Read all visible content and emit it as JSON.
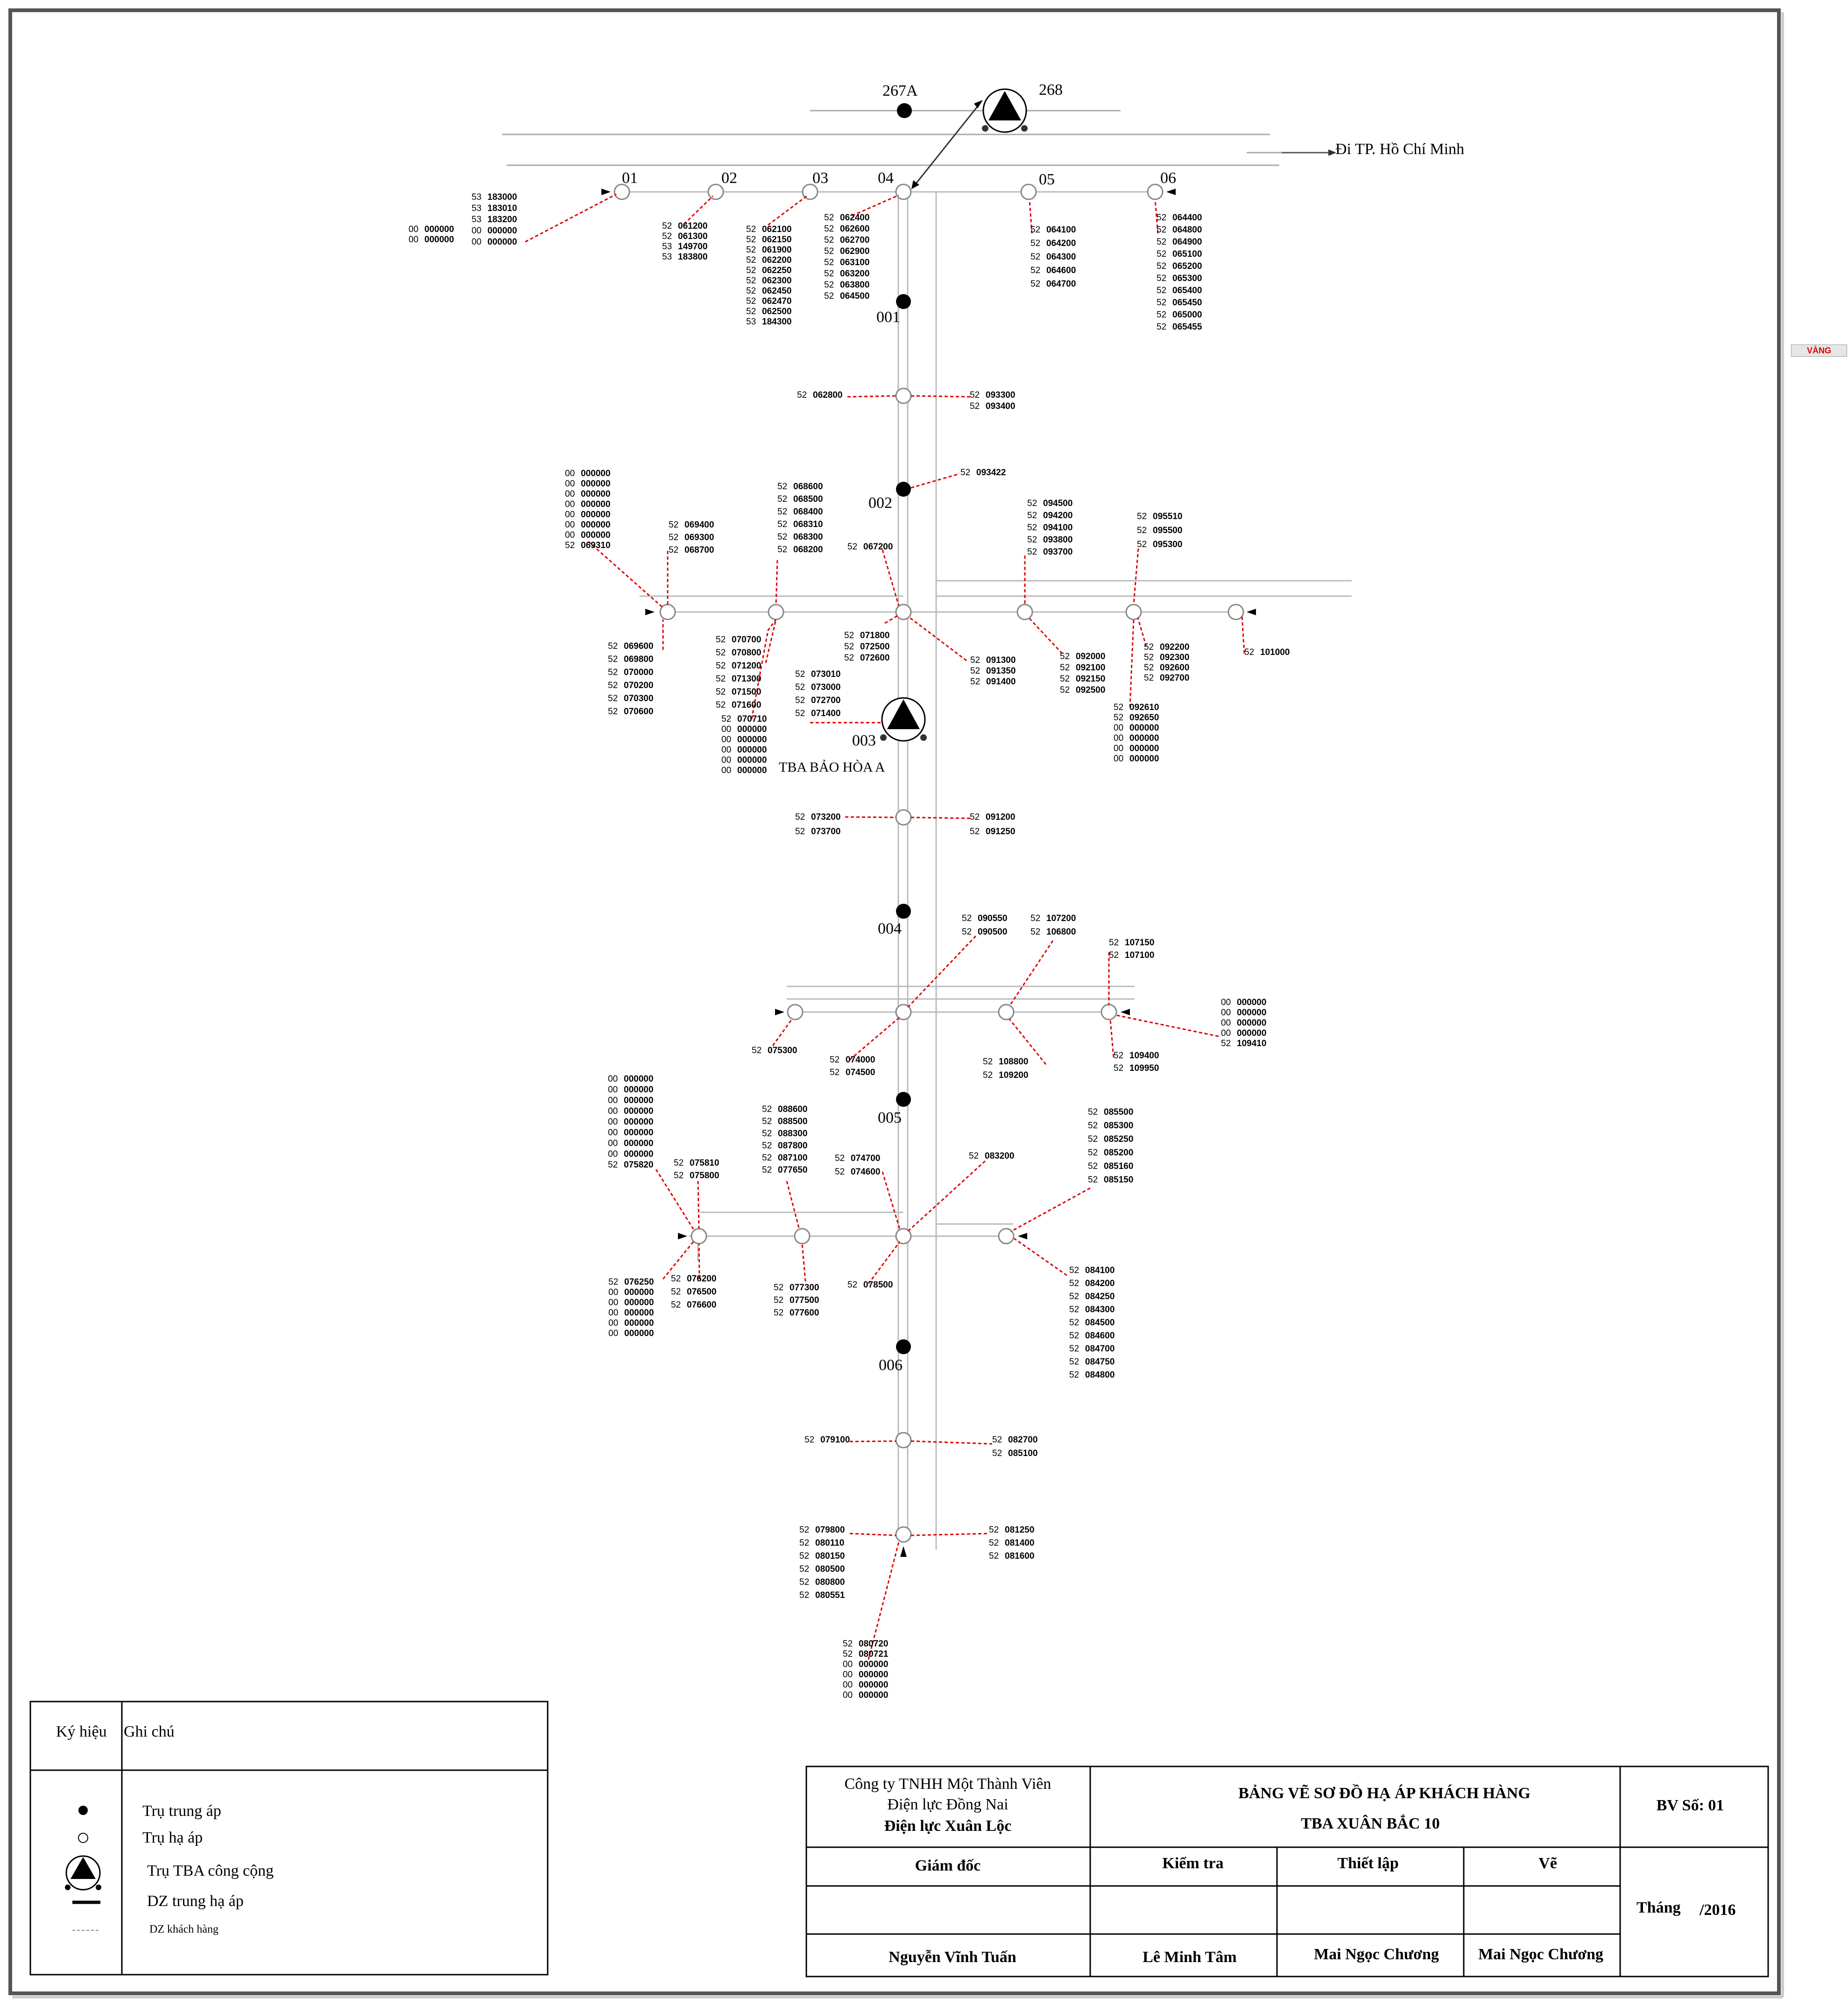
{
  "top": {
    "pole_267A": "267A",
    "pole_268": "268",
    "direction": "Đi TP. Hồ Chí Minh",
    "status_badge": "VÀNG"
  },
  "poles": {
    "p01": "01",
    "p02": "02",
    "p03": "03",
    "p04": "04",
    "p05": "05",
    "p06": "06",
    "p001": "001",
    "p002": "002",
    "p003": "003",
    "p004": "004",
    "p005": "005",
    "p006": "006"
  },
  "substation_name": "TBA BẢO HÒA A",
  "legend": {
    "header_symbol": "Ký hiệu",
    "header_note": "Ghi chú",
    "items": [
      "Trụ trung áp",
      "Trụ hạ áp",
      "Trụ TBA công cộng",
      "DZ trung hạ áp",
      "DZ khách hàng"
    ]
  },
  "title_block": {
    "company_line1": "Công ty TNHH Một Thành Viên",
    "company_line2": "Điện lực Đồng Nai",
    "company_line3": "Điện lực Xuân Lộc",
    "title_line1": "BẢNG VẼ SƠ ĐỒ HẠ ÁP KHÁCH HÀNG",
    "title_line2": "TBA XUÂN BẮC 10",
    "drawing_no": "BV Số: 01",
    "role_director": "Giám đốc",
    "role_check": "Kiểm tra",
    "role_setup": "Thiết lập",
    "role_draw": "Vẽ",
    "date_label": "Tháng",
    "date_value": "/2016",
    "name_director": "Nguyễn Vĩnh Tuấn",
    "name_check": "Lê Minh Tâm",
    "name_setup": "Mai Ngọc Chương",
    "name_draw": "Mai Ngọc Chương"
  },
  "customer_groups": [
    {
      "id": "g01",
      "rows": [
        [
          "53",
          "183000"
        ],
        [
          "53",
          "183010"
        ],
        [
          "53",
          "183200"
        ],
        [
          "00",
          "000000"
        ],
        [
          "00",
          "000000"
        ]
      ]
    },
    {
      "id": "g01b",
      "rows": [
        [
          "00",
          "000000"
        ],
        [
          "00",
          "000000"
        ]
      ]
    },
    {
      "id": "g02",
      "rows": [
        [
          "52",
          "061200"
        ],
        [
          "52",
          "061300"
        ],
        [
          "53",
          "149700"
        ],
        [
          "53",
          "183800"
        ]
      ]
    },
    {
      "id": "g03",
      "rows": [
        [
          "52",
          "062100"
        ],
        [
          "52",
          "062150"
        ],
        [
          "52",
          "061900"
        ],
        [
          "52",
          "062200"
        ],
        [
          "52",
          "062250"
        ],
        [
          "52",
          "062300"
        ],
        [
          "52",
          "062450"
        ],
        [
          "52",
          "062470"
        ],
        [
          "52",
          "062500"
        ],
        [
          "53",
          "184300"
        ]
      ]
    },
    {
      "id": "g04",
      "rows": [
        [
          "52",
          "062400"
        ],
        [
          "52",
          "062600"
        ],
        [
          "52",
          "062700"
        ],
        [
          "52",
          "062900"
        ],
        [
          "52",
          "063100"
        ],
        [
          "52",
          "063200"
        ],
        [
          "52",
          "063800"
        ],
        [
          "52",
          "064500"
        ]
      ]
    },
    {
      "id": "g05",
      "rows": [
        [
          "52",
          "064100"
        ],
        [
          "52",
          "064200"
        ],
        [
          "52",
          "064300"
        ],
        [
          "52",
          "064600"
        ],
        [
          "52",
          "064700"
        ]
      ]
    },
    {
      "id": "g06",
      "rows": [
        [
          "52",
          "064400"
        ],
        [
          "52",
          "064800"
        ],
        [
          "52",
          "064900"
        ],
        [
          "52",
          "065100"
        ],
        [
          "52",
          "065200"
        ],
        [
          "52",
          "065300"
        ],
        [
          "52",
          "065400"
        ],
        [
          "52",
          "065450"
        ],
        [
          "52",
          "065000"
        ],
        [
          "52",
          "065455"
        ]
      ]
    },
    {
      "id": "gA_l",
      "rows": [
        [
          "52",
          "062800"
        ]
      ]
    },
    {
      "id": "gA_r",
      "rows": [
        [
          "52",
          "093300"
        ],
        [
          "52",
          "093400"
        ]
      ]
    },
    {
      "id": "g002",
      "rows": [
        [
          "52",
          "093422"
        ]
      ]
    },
    {
      "id": "gB1",
      "rows": [
        [
          "00",
          "000000"
        ],
        [
          "00",
          "000000"
        ],
        [
          "00",
          "000000"
        ],
        [
          "00",
          "000000"
        ],
        [
          "00",
          "000000"
        ],
        [
          "00",
          "000000"
        ],
        [
          "00",
          "000000"
        ],
        [
          "52",
          "069310"
        ]
      ]
    },
    {
      "id": "gB2",
      "rows": [
        [
          "52",
          "069400"
        ],
        [
          "52",
          "069300"
        ],
        [
          "52",
          "068700"
        ]
      ]
    },
    {
      "id": "gB3",
      "rows": [
        [
          "52",
          "068600"
        ],
        [
          "52",
          "068500"
        ],
        [
          "52",
          "068400"
        ],
        [
          "52",
          "068310"
        ],
        [
          "52",
          "068300"
        ],
        [
          "52",
          "068200"
        ]
      ]
    },
    {
      "id": "gB4",
      "rows": [
        [
          "52",
          "067200"
        ]
      ]
    },
    {
      "id": "gB5",
      "rows": [
        [
          "52",
          "094500"
        ],
        [
          "52",
          "094200"
        ],
        [
          "52",
          "094100"
        ],
        [
          "52",
          "093800"
        ],
        [
          "52",
          "093700"
        ]
      ]
    },
    {
      "id": "gB6",
      "rows": [
        [
          "52",
          "095510"
        ],
        [
          "52",
          "095500"
        ],
        [
          "52",
          "095300"
        ]
      ]
    },
    {
      "id": "gB7",
      "rows": [
        [
          "52",
          "069600"
        ],
        [
          "52",
          "069800"
        ],
        [
          "52",
          "070000"
        ],
        [
          "52",
          "070200"
        ],
        [
          "52",
          "070300"
        ],
        [
          "52",
          "070600"
        ]
      ]
    },
    {
      "id": "gB8",
      "rows": [
        [
          "52",
          "070700"
        ],
        [
          "52",
          "070800"
        ],
        [
          "52",
          "071200"
        ],
        [
          "52",
          "071300"
        ],
        [
          "52",
          "071500"
        ],
        [
          "52",
          "071600"
        ]
      ]
    },
    {
      "id": "gB9",
      "rows": [
        [
          "52",
          "070710"
        ],
        [
          "00",
          "000000"
        ],
        [
          "00",
          "000000"
        ],
        [
          "00",
          "000000"
        ],
        [
          "00",
          "000000"
        ],
        [
          "00",
          "000000"
        ]
      ]
    },
    {
      "id": "gB10",
      "rows": [
        [
          "52",
          "071800"
        ],
        [
          "52",
          "072500"
        ],
        [
          "52",
          "072600"
        ]
      ]
    },
    {
      "id": "gB11",
      "rows": [
        [
          "52",
          "073010"
        ],
        [
          "52",
          "073000"
        ],
        [
          "52",
          "072700"
        ],
        [
          "52",
          "071400"
        ]
      ]
    },
    {
      "id": "gB12",
      "rows": [
        [
          "52",
          "091300"
        ],
        [
          "52",
          "091350"
        ],
        [
          "52",
          "091400"
        ]
      ]
    },
    {
      "id": "gB13",
      "rows": [
        [
          "52",
          "092000"
        ],
        [
          "52",
          "092100"
        ],
        [
          "52",
          "092150"
        ],
        [
          "52",
          "092500"
        ]
      ]
    },
    {
      "id": "gB14",
      "rows": [
        [
          "52",
          "092200"
        ],
        [
          "52",
          "092300"
        ],
        [
          "52",
          "092600"
        ],
        [
          "52",
          "092700"
        ]
      ]
    },
    {
      "id": "gB15",
      "rows": [
        [
          "52",
          "092610"
        ],
        [
          "52",
          "092650"
        ],
        [
          "00",
          "000000"
        ],
        [
          "00",
          "000000"
        ],
        [
          "00",
          "000000"
        ],
        [
          "00",
          "000000"
        ]
      ]
    },
    {
      "id": "gB16",
      "rows": [
        [
          "52",
          "101000"
        ]
      ]
    },
    {
      "id": "gC_l",
      "rows": [
        [
          "52",
          "073200"
        ],
        [
          "52",
          "073700"
        ]
      ]
    },
    {
      "id": "gC_r",
      "rows": [
        [
          "52",
          "091200"
        ],
        [
          "52",
          "091250"
        ]
      ]
    },
    {
      "id": "gD1",
      "rows": [
        [
          "52",
          "090550"
        ],
        [
          "52",
          "090500"
        ]
      ]
    },
    {
      "id": "gD2",
      "rows": [
        [
          "52",
          "107200"
        ],
        [
          "52",
          "106800"
        ]
      ]
    },
    {
      "id": "gD3",
      "rows": [
        [
          "52",
          "107150"
        ],
        [
          "52",
          "107100"
        ]
      ]
    },
    {
      "id": "gD4",
      "rows": [
        [
          "00",
          "000000"
        ],
        [
          "00",
          "000000"
        ],
        [
          "00",
          "000000"
        ],
        [
          "00",
          "000000"
        ],
        [
          "52",
          "109410"
        ]
      ]
    },
    {
      "id": "gD5",
      "rows": [
        [
          "52",
          "075300"
        ]
      ]
    },
    {
      "id": "gD6",
      "rows": [
        [
          "52",
          "074000"
        ],
        [
          "52",
          "074500"
        ]
      ]
    },
    {
      "id": "gD7",
      "rows": [
        [
          "52",
          "108800"
        ],
        [
          "52",
          "109200"
        ]
      ]
    },
    {
      "id": "gD8",
      "rows": [
        [
          "52",
          "109400"
        ],
        [
          "52",
          "109950"
        ]
      ]
    },
    {
      "id": "gE1",
      "rows": [
        [
          "00",
          "000000"
        ],
        [
          "00",
          "000000"
        ],
        [
          "00",
          "000000"
        ],
        [
          "00",
          "000000"
        ],
        [
          "00",
          "000000"
        ],
        [
          "00",
          "000000"
        ],
        [
          "00",
          "000000"
        ],
        [
          "00",
          "000000"
        ],
        [
          "52",
          "075820"
        ]
      ]
    },
    {
      "id": "gE2",
      "rows": [
        [
          "52",
          "075810"
        ],
        [
          "52",
          "075800"
        ]
      ]
    },
    {
      "id": "gE3",
      "rows": [
        [
          "52",
          "088600"
        ],
        [
          "52",
          "088500"
        ],
        [
          "52",
          "088300"
        ],
        [
          "52",
          "087800"
        ],
        [
          "52",
          "087100"
        ],
        [
          "52",
          "077650"
        ]
      ]
    },
    {
      "id": "gE4",
      "rows": [
        [
          "52",
          "074700"
        ],
        [
          "52",
          "074600"
        ]
      ]
    },
    {
      "id": "gE5",
      "rows": [
        [
          "52",
          "083200"
        ]
      ]
    },
    {
      "id": "gE6",
      "rows": [
        [
          "52",
          "085500"
        ],
        [
          "52",
          "085300"
        ],
        [
          "52",
          "085250"
        ],
        [
          "52",
          "085200"
        ],
        [
          "52",
          "085160"
        ],
        [
          "52",
          "085150"
        ]
      ]
    },
    {
      "id": "gE7",
      "rows": [
        [
          "52",
          "076250"
        ],
        [
          "00",
          "000000"
        ],
        [
          "00",
          "000000"
        ],
        [
          "00",
          "000000"
        ],
        [
          "00",
          "000000"
        ],
        [
          "00",
          "000000"
        ]
      ]
    },
    {
      "id": "gE8",
      "rows": [
        [
          "52",
          "076200"
        ],
        [
          "52",
          "076500"
        ],
        [
          "52",
          "076600"
        ]
      ]
    },
    {
      "id": "gE9",
      "rows": [
        [
          "52",
          "077300"
        ],
        [
          "52",
          "077500"
        ],
        [
          "52",
          "077600"
        ]
      ]
    },
    {
      "id": "gE10",
      "rows": [
        [
          "52",
          "078500"
        ]
      ]
    },
    {
      "id": "gE11",
      "rows": [
        [
          "52",
          "084100"
        ],
        [
          "52",
          "084200"
        ],
        [
          "52",
          "084250"
        ],
        [
          "52",
          "084300"
        ],
        [
          "52",
          "084500"
        ],
        [
          "52",
          "084600"
        ],
        [
          "52",
          "084700"
        ],
        [
          "52",
          "084750"
        ],
        [
          "52",
          "084800"
        ]
      ]
    },
    {
      "id": "gF_l",
      "rows": [
        [
          "52",
          "079100"
        ]
      ]
    },
    {
      "id": "gF_r",
      "rows": [
        [
          "52",
          "082700"
        ],
        [
          "52",
          "085100"
        ]
      ]
    },
    {
      "id": "gG_l",
      "rows": [
        [
          "52",
          "079800"
        ],
        [
          "52",
          "080110"
        ],
        [
          "52",
          "080150"
        ],
        [
          "52",
          "080500"
        ],
        [
          "52",
          "080800"
        ],
        [
          "52",
          "080551"
        ]
      ]
    },
    {
      "id": "gG_r",
      "rows": [
        [
          "52",
          "081250"
        ],
        [
          "52",
          "081400"
        ],
        [
          "52",
          "081600"
        ]
      ]
    },
    {
      "id": "gG_b",
      "rows": [
        [
          "52",
          "080720"
        ],
        [
          "52",
          "080721"
        ],
        [
          "00",
          "000000"
        ],
        [
          "00",
          "000000"
        ],
        [
          "00",
          "000000"
        ],
        [
          "00",
          "000000"
        ]
      ]
    }
  ]
}
